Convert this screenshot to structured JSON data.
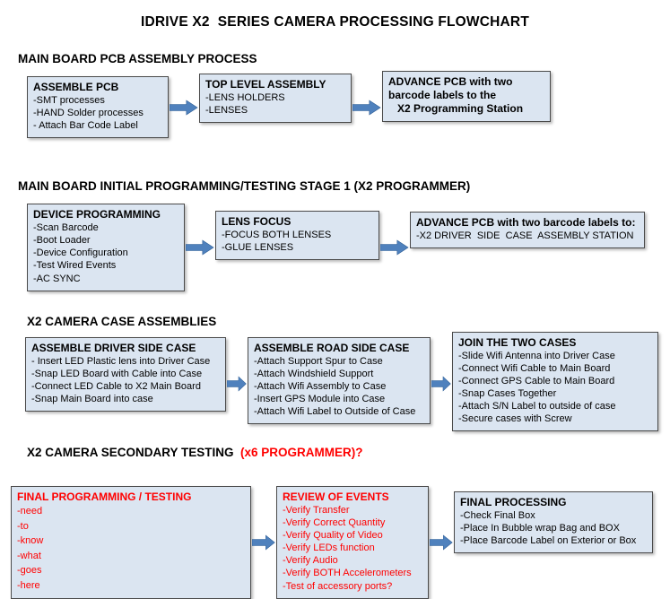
{
  "title": "IDRIVE X2  SERIES CAMERA PROCESSING FLOWCHART",
  "colors": {
    "box_fill": "#dbe5f1",
    "box_border": "#4a4a4a",
    "arrow_blue": "#4f81bd",
    "alert_red": "#ff0000"
  },
  "sections": [
    {
      "header": [
        {
          "text": "MAIN BOARD PCB ASSEMBLY PROCESS",
          "red": false
        }
      ],
      "boxes": [
        {
          "title": "ASSEMBLE PCB",
          "lines": [
            "-SMT processes",
            "-HAND Solder processes",
            "- Attach Bar Code Label"
          ]
        },
        {
          "title": "TOP LEVEL ASSEMBLY",
          "lines": [
            "-LENS HOLDERS",
            "-LENSES"
          ]
        },
        {
          "title": "ADVANCE PCB with two barcode labels to the",
          "lines": [
            {
              "text": "X2 Programming Station",
              "bold": true,
              "indent": true
            }
          ]
        }
      ]
    },
    {
      "header": [
        {
          "text": "MAIN BOARD INITIAL PROGRAMMING/TESTING STAGE 1 (X2 PROGRAMMER)",
          "red": false
        }
      ],
      "boxes": [
        {
          "title": "DEVICE PROGRAMMING",
          "lines": [
            "-Scan Barcode",
            "-Boot Loader",
            "-Device Configuration",
            "-Test Wired Events",
            "-AC SYNC"
          ]
        },
        {
          "title": "LENS FOCUS",
          "lines": [
            "-FOCUS BOTH LENSES",
            "-GLUE LENSES"
          ]
        },
        {
          "title": "ADVANCE PCB with two barcode labels to:",
          "lines": [
            "-X2 DRIVER  SIDE  CASE  ASSEMBLY STATION"
          ]
        }
      ]
    },
    {
      "header": [
        {
          "text": "X2 CAMERA CASE ASSEMBLIES",
          "red": false
        }
      ],
      "boxes": [
        {
          "title": "ASSEMBLE DRIVER SIDE CASE",
          "lines": [
            "- Insert LED Plastic lens into Driver Case",
            "-Snap LED Board with Cable into Case",
            "-Connect LED Cable to X2 Main Board",
            "-Snap Main Board into case"
          ]
        },
        {
          "title": "ASSEMBLE ROAD SIDE CASE",
          "lines": [
            "-Attach Support Spur to Case",
            "-Attach Windshield Support",
            "-Attach Wifi Assembly to Case",
            "-Insert GPS Module into Case",
            "-Attach Wifi Label to Outside of Case"
          ]
        },
        {
          "title": "JOIN THE TWO CASES",
          "lines": [
            "-Slide Wifi Antenna into Driver Case",
            "-Connect Wifi Cable to Main Board",
            "-Connect GPS Cable to Main Board",
            "-Snap Cases Together",
            "-Attach S/N Label to outside of case",
            "-Secure cases with Screw"
          ]
        }
      ]
    },
    {
      "header": [
        {
          "text": "X2 CAMERA SECONDARY TESTING  ",
          "red": false
        },
        {
          "text": "(x6 PROGRAMMER)?",
          "red": true
        }
      ],
      "boxes": [
        {
          "title": "FINAL PROGRAMMING / TESTING",
          "title_red": true,
          "lines": [
            {
              "text": "-need",
              "red": true
            },
            {
              "text": "-to",
              "red": true
            },
            {
              "text": "-know",
              "red": true
            },
            {
              "text": "-what",
              "red": true
            },
            {
              "text": "-goes",
              "red": true
            },
            {
              "text": "-here",
              "red": true
            }
          ]
        },
        {
          "title": "REVIEW OF EVENTS",
          "title_red": true,
          "lines": [
            {
              "text": "-Verify Transfer",
              "red": true
            },
            {
              "text": "-Verify Correct Quantity",
              "red": true
            },
            {
              "text": "-Verify Quality of Video",
              "red": true
            },
            {
              "text": "-Verify LEDs function",
              "red": true
            },
            {
              "text": "-Verify Audio",
              "red": true
            },
            {
              "text": "-Verify BOTH Accelerometers",
              "red": true
            },
            {
              "text": "-Test of accessory ports?",
              "red": true
            }
          ]
        },
        {
          "title": "FINAL PROCESSING",
          "lines": [
            "-Check Final Box",
            "-Place In Bubble wrap Bag and BOX",
            "-Place Barcode Label on Exterior or Box"
          ]
        }
      ]
    }
  ]
}
